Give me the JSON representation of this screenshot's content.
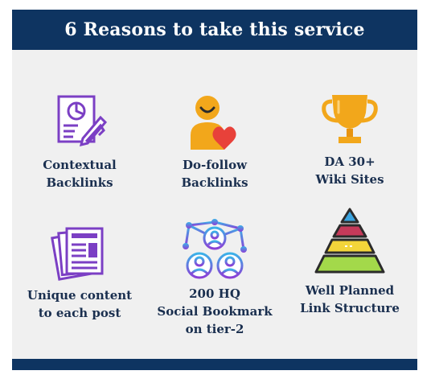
{
  "header": {
    "title": "6 Reasons to take this service"
  },
  "reasons": [
    {
      "icon": "contract-pen-icon",
      "lines": [
        "Contextual",
        "Backlinks"
      ]
    },
    {
      "icon": "person-heart-icon",
      "lines": [
        "Do-follow",
        "Backlinks"
      ]
    },
    {
      "icon": "trophy-icon",
      "lines": [
        "DA 30+",
        "Wiki Sites"
      ]
    },
    {
      "icon": "documents-icon",
      "lines": [
        "Unique content",
        "to each post"
      ]
    },
    {
      "icon": "social-network-icon",
      "lines": [
        "200 HQ",
        "Social Bookmark",
        "on tier-2"
      ]
    },
    {
      "icon": "pyramid-icon",
      "lines": [
        "Well Planned",
        "Link Structure"
      ]
    }
  ],
  "colors": {
    "navy": "#0e3461",
    "panel": "#f0f0f0",
    "purple": "#7b3fc4",
    "gold": "#f2a71b",
    "red": "#e8413a"
  }
}
